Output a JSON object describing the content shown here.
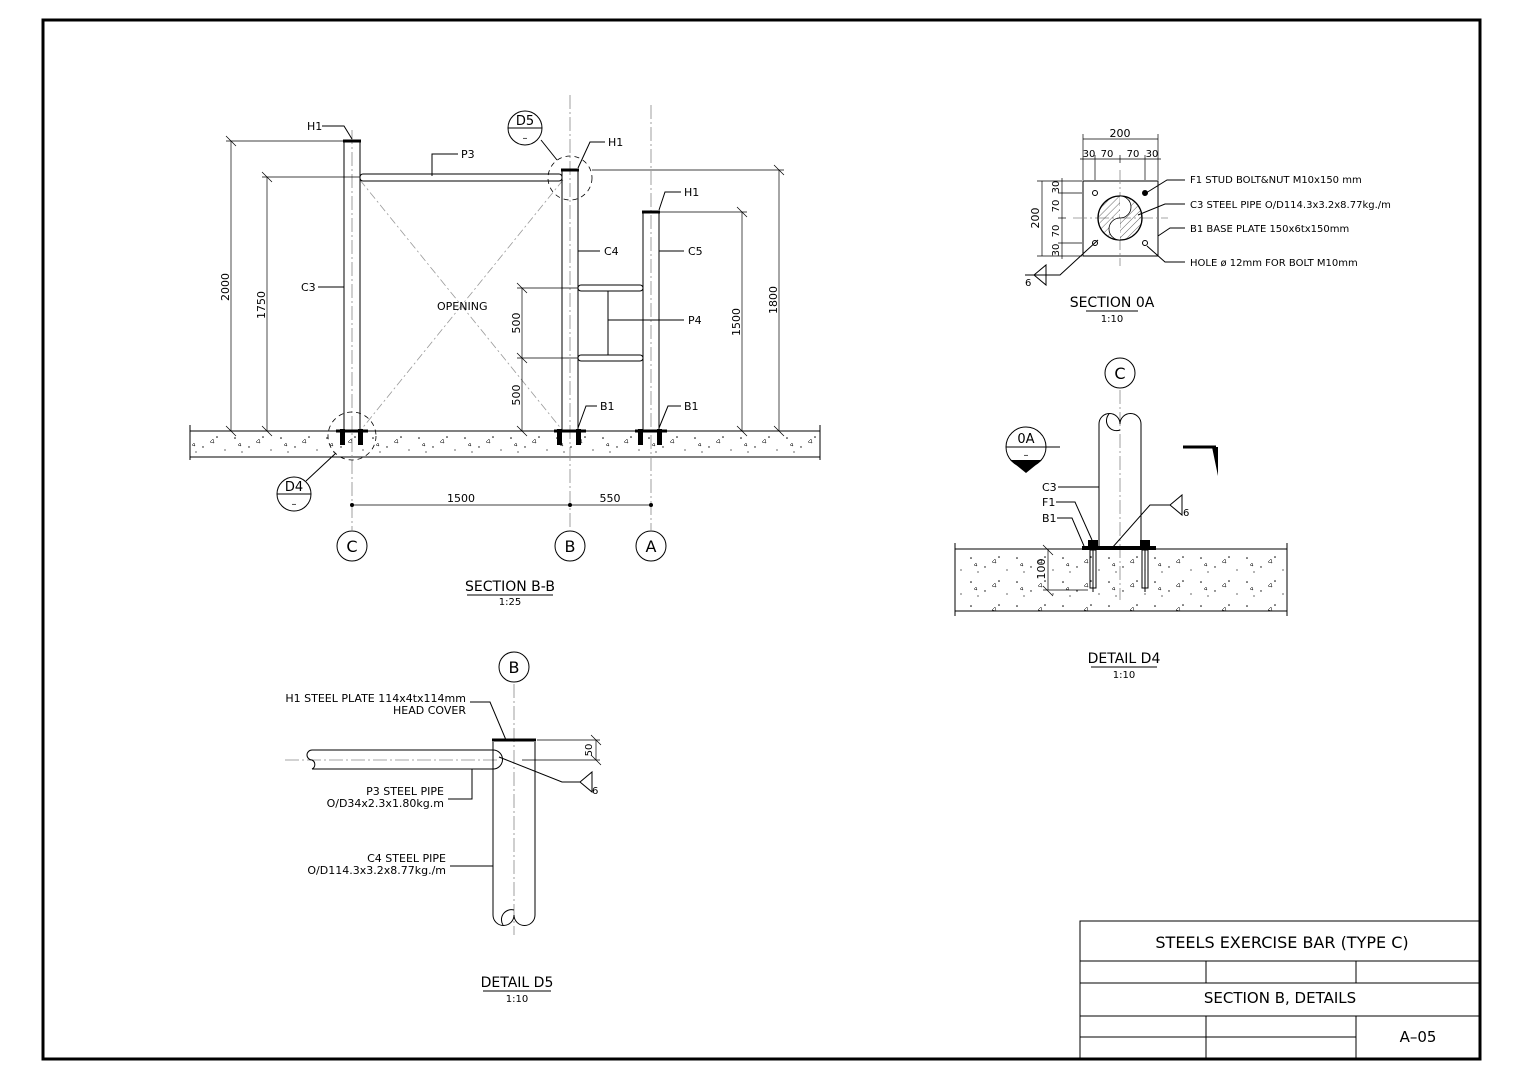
{
  "title_block": {
    "project": "STEELS EXERCISE BAR (TYPE C)",
    "sheet_title": "SECTION B, DETAILS",
    "drawing_no": "A–05"
  },
  "section_bb": {
    "title": "SECTION B-B",
    "scale": "1:25",
    "opening": "OPENING",
    "dims": {
      "d2000": "2000",
      "d1750": "1750",
      "d1500": "1500",
      "d1800": "1800",
      "d500a": "500",
      "d500b": "500",
      "d1500h": "1500",
      "d550": "550"
    },
    "labels": {
      "h1a": "H1",
      "h1b": "H1",
      "h1c": "H1",
      "p3": "P3",
      "c3": "C3",
      "c4": "C4",
      "c5": "C5",
      "p4": "P4",
      "b1a": "B1",
      "b1b": "B1"
    },
    "grids": {
      "c": "C",
      "b": "B",
      "a": "A"
    },
    "tags": {
      "d5": "D5",
      "d4": "D4",
      "dash": "–"
    }
  },
  "section_0a": {
    "title": "SECTION 0A",
    "scale": "1:10",
    "dims": {
      "w200": "200",
      "a30": "30",
      "a70": "70",
      "a70b": "70",
      "a30b": "30",
      "h200": "200",
      "v30": "30",
      "v70": "70",
      "v70b": "70",
      "v30b": "30"
    },
    "weld": "6",
    "notes": {
      "f1": "F1  STUD  BOLT&NUT  M10x150  mm",
      "c3": "C3  STEEL  PIPE  O/D114.3x3.2x8.77kg./m",
      "b1": "B1  BASE  PLATE  150x6tx150mm",
      "hole": "HOLE  ø  12mm  FOR  BOLT  M10mm"
    }
  },
  "detail_d4": {
    "title": "DETAIL D4",
    "scale": "1:10",
    "grid": "C",
    "tag": "0A",
    "tag_sub": "–",
    "labels": {
      "c3": "C3",
      "f1": "F1",
      "b1": "B1"
    },
    "dim": "100",
    "weld": "6"
  },
  "detail_d5": {
    "title": "DETAIL D5",
    "scale": "1:10",
    "grid": "B",
    "h1_line1": "H1  STEEL  PLATE  114x4tx114mm",
    "h1_line2": "HEAD  COVER",
    "p3_line1": "P3  STEEL  PIPE",
    "p3_line2": "O/D34x2.3x1.80kg.m",
    "c4_line1": "C4  STEEL  PIPE",
    "c4_line2": "O/D114.3x3.2x8.77kg./m",
    "dim": "50",
    "weld": "6"
  }
}
